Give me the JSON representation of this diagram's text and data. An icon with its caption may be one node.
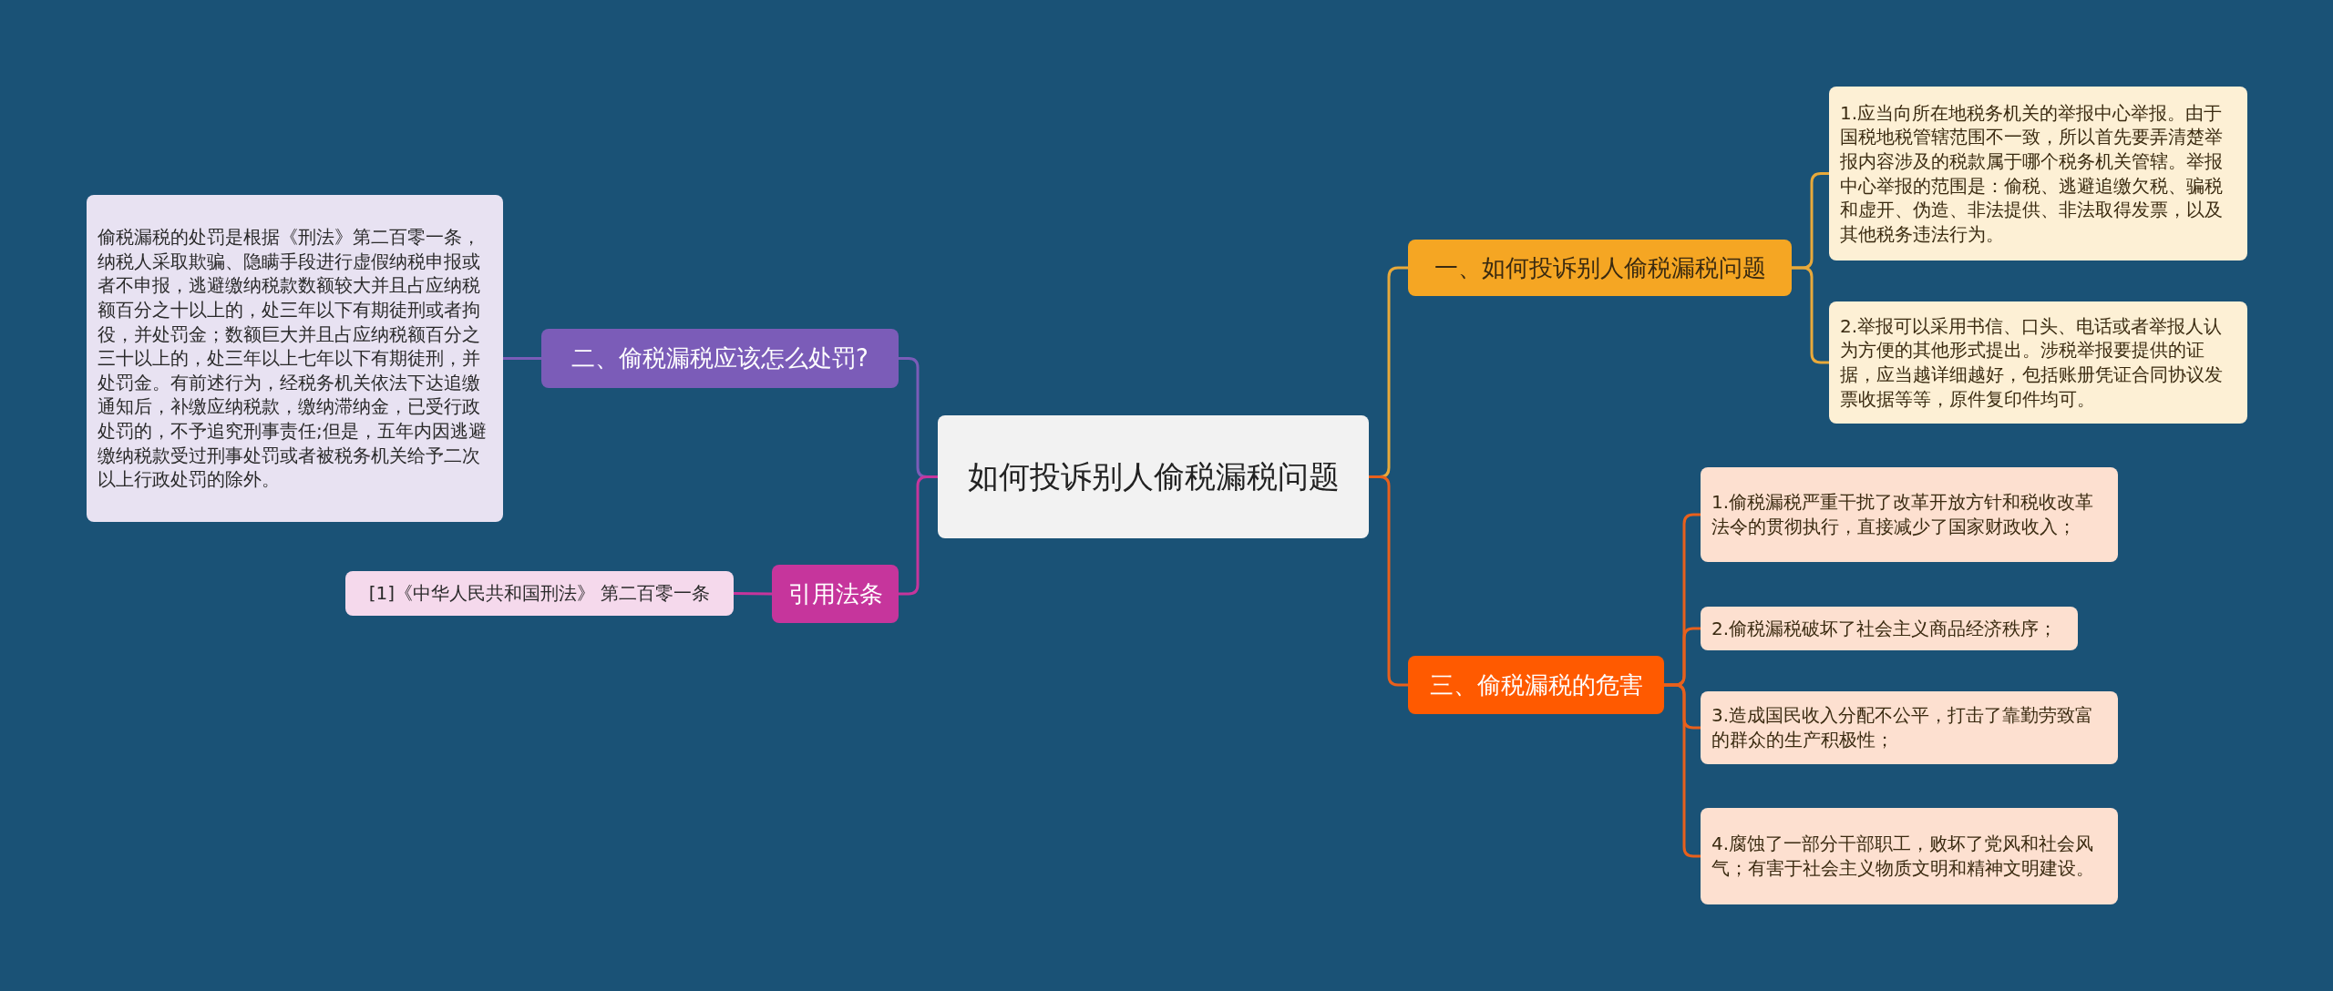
{
  "diagram": {
    "nodes": [
      {
        "text": [
          "如何投诉别人偷税漏税问题"
        ]
      },
      {
        "text": [
          "一、如何投诉别人偷税漏税问题"
        ]
      },
      {
        "text": [
          "1.应当向所在地税务机关的举报中心举报。由于国税地税管辖范围不一致，所以首先要弄清楚举报内容涉及的税款属于哪个税务机关管辖。举报中心举报的范围是：偷税、逃避追缴欠税、骗税和虚开、伪造、非法提供、非法取得发票，以及其他税务违法行为。"
        ]
      },
      {
        "text": [
          "2.举报可以采用书信、口头、电话或者举报人认为方便的其他形式提出。涉税举报要提供的证据，应当越详细越好，包括账册凭证合同协议发票收据等等，原件复印件均可。"
        ]
      },
      {
        "text": [
          "三、偷税漏税的危害"
        ]
      },
      {
        "text": [
          "1.偷税漏税严重干扰了改革开放方针和税收改革法令的贯彻执行，直接减少了国家财政收入；"
        ]
      },
      {
        "text": [
          "2.偷税漏税破坏了社会主义商品经济秩序；"
        ]
      },
      {
        "text": [
          "3.造成国民收入分配不公平，打击了靠勤劳致富的群众的生产积极性；"
        ]
      },
      {
        "text": [
          "4.腐蚀了一部分干部职工，败坏了党风和社会风气；有害于社会主义物质文明和精神文明建设。"
        ]
      },
      {
        "text": [
          "二、偷税漏税应该怎么处罚?"
        ]
      },
      {
        "text": [
          "偷税漏税的处罚是根据《刑法》第二百零一条，纳税人采取欺骗、隐瞒手段进行虚假纳税申报或者不申报，逃避缴纳税款数额较大并且占应纳税额百分之十以上的，处三年以下有期徒刑或者拘役，并处罚金；数额巨大并且占应纳税额百分之三十以上的，处三年以上七年以下有期徒刑，并处罚金。有前述行为，经税务机关依法下达追缴通知后，补缴应纳税款，缴纳滞纳金，已受行政处罚的，不予追究刑事责任;但是，五年内因逃避缴纳税款受过刑事处罚或者被税务机关给予二次以上行政处罚的除外。"
        ]
      },
      {
        "text": [
          "引用法条"
        ]
      },
      {
        "text": [
          "[1]《中华人民共和国刑法》 第二百零一条"
        ]
      }
    ],
    "edges": [
      {
        "from": 0,
        "to": 1,
        "arrow": "none",
        "color": "#e8a93a"
      },
      {
        "from": 1,
        "to": 2,
        "arrow": "none",
        "color": "#e8a93a"
      },
      {
        "from": 1,
        "to": 3,
        "arrow": "none",
        "color": "#e8a93a"
      },
      {
        "from": 0,
        "to": 4,
        "arrow": "none",
        "color": "#e8601c"
      },
      {
        "from": 4,
        "to": 5,
        "arrow": "none",
        "color": "#e8601c"
      },
      {
        "from": 4,
        "to": 6,
        "arrow": "none",
        "color": "#e8601c"
      },
      {
        "from": 4,
        "to": 7,
        "arrow": "none",
        "color": "#e8601c"
      },
      {
        "from": 4,
        "to": 8,
        "arrow": "none",
        "color": "#e8601c"
      },
      {
        "from": 0,
        "to": 9,
        "arrow": "none",
        "color": "#7b5cb8"
      },
      {
        "from": 9,
        "to": 10,
        "arrow": "none",
        "color": "#7b5cb8"
      },
      {
        "from": 0,
        "to": 11,
        "arrow": "none",
        "color": "#c6359c"
      },
      {
        "from": 11,
        "to": 12,
        "arrow": "none",
        "color": "#c6359c"
      }
    ]
  }
}
